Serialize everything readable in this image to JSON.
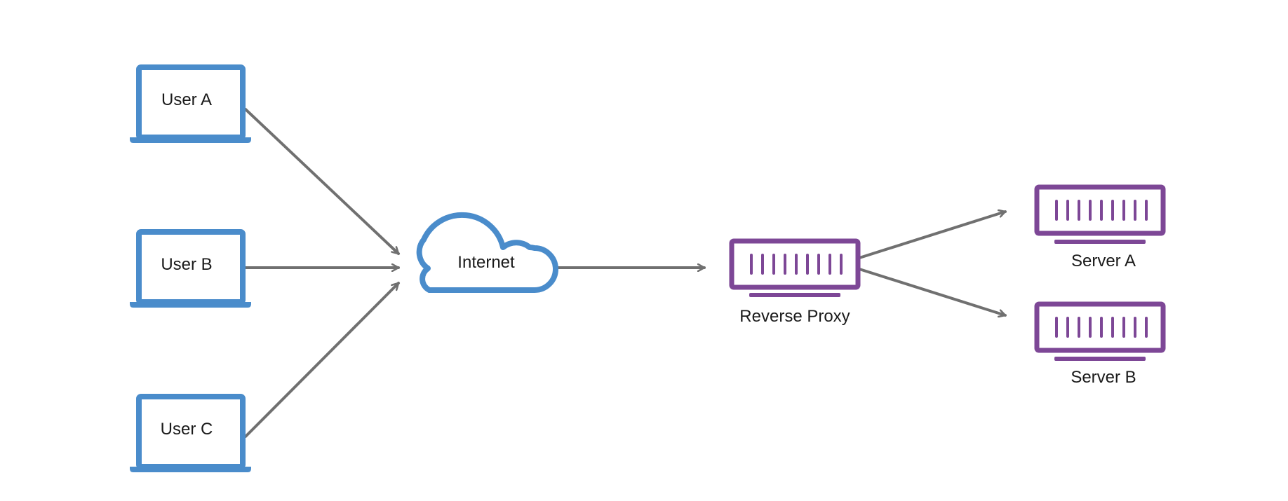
{
  "colors": {
    "user": "#4a8ccb",
    "server": "#7d4796",
    "arrow": "#707070",
    "text": "#1a1a1a",
    "background": "#ffffff"
  },
  "nodes": {
    "user_a": {
      "label": "User A",
      "icon": "laptop-icon"
    },
    "user_b": {
      "label": "User B",
      "icon": "laptop-icon"
    },
    "user_c": {
      "label": "User C",
      "icon": "laptop-icon"
    },
    "internet": {
      "label": "Internet",
      "icon": "cloud-icon"
    },
    "reverse_proxy": {
      "label": "Reverse Proxy",
      "icon": "server-rack-icon"
    },
    "server_a": {
      "label": "Server A",
      "icon": "server-rack-icon"
    },
    "server_b": {
      "label": "Server B",
      "icon": "server-rack-icon"
    }
  },
  "edges": [
    {
      "from": "user_a",
      "to": "internet"
    },
    {
      "from": "user_b",
      "to": "internet"
    },
    {
      "from": "user_c",
      "to": "internet"
    },
    {
      "from": "internet",
      "to": "reverse_proxy"
    },
    {
      "from": "reverse_proxy",
      "to": "server_a"
    },
    {
      "from": "reverse_proxy",
      "to": "server_b"
    }
  ]
}
